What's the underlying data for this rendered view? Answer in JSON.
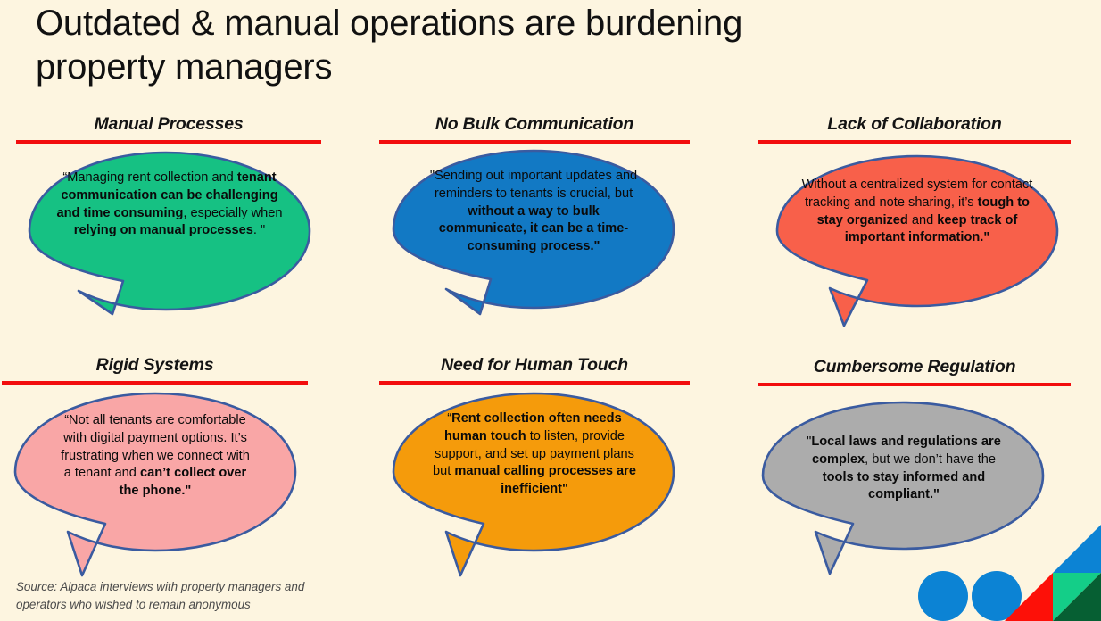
{
  "slide": {
    "title": "Outdated & manual operations are burdening\nproperty managers",
    "background_color": "#FDF5E0",
    "accent_rule_color": "#F20D0D",
    "bubble_outline_color": "#3A5BA0",
    "source_note": "Source: Alpaca interviews with property managers and\noperators who wished to remain anonymous"
  },
  "panels": [
    {
      "id": "manual-processes",
      "header": "Manual Processes",
      "bubble_color": "#16C183",
      "quote_segments": [
        {
          "text": "“Managing rent collection and ",
          "bold": false
        },
        {
          "text": "tenant communication can be challenging and time consuming",
          "bold": true
        },
        {
          "text": ", especially when ",
          "bold": false
        },
        {
          "text": "relying on manual processes",
          "bold": true
        },
        {
          "text": ". \"",
          "bold": false
        }
      ]
    },
    {
      "id": "no-bulk-communication",
      "header": "No Bulk Communication",
      "bubble_color": "#1279C4",
      "quote_segments": [
        {
          "text": "\"Sending out important updates and reminders to tenants is crucial, but ",
          "bold": false
        },
        {
          "text": "without a way to bulk communicate, it can be a time-consuming process.\"",
          "bold": true
        }
      ]
    },
    {
      "id": "lack-of-collaboration",
      "header": "Lack of Collaboration",
      "bubble_color": "#F8604A",
      "quote_segments": [
        {
          "text": "Without a centralized system for contact tracking and note sharing, it’s ",
          "bold": false
        },
        {
          "text": "tough to stay organized",
          "bold": true
        },
        {
          "text": " and ",
          "bold": false
        },
        {
          "text": "keep track of important information.\"",
          "bold": true
        }
      ]
    },
    {
      "id": "rigid-systems",
      "header": "Rigid Systems",
      "bubble_color": "#F9A6A6",
      "quote_segments": [
        {
          "text": "“Not all tenants are comfortable with digital payment options. It’s frustrating when we connect with a tenant and ",
          "bold": false
        },
        {
          "text": "can’t collect over the phone.\"",
          "bold": true
        }
      ]
    },
    {
      "id": "need-for-human-touch",
      "header": "Need for Human Touch",
      "bubble_color": "#F59B0B",
      "quote_segments": [
        {
          "text": "“",
          "bold": false
        },
        {
          "text": "Rent collection often needs human touch",
          "bold": true
        },
        {
          "text": " to listen, provide support, and set up payment plans but ",
          "bold": false
        },
        {
          "text": "manual calling processes are inefficient\"",
          "bold": true
        }
      ]
    },
    {
      "id": "cumbersome-regulation",
      "header": "Cumbersome Regulation",
      "bubble_color": "#ACACAC",
      "quote_segments": [
        {
          "text": "\"",
          "bold": false
        },
        {
          "text": "Local laws and regulations are complex",
          "bold": true
        },
        {
          "text": ", but we don’t have the ",
          "bold": false
        },
        {
          "text": "tools to stay",
          "bold": true
        },
        {
          "text": " ",
          "bold": false
        },
        {
          "text": "informed and compliant.\"",
          "bold": true
        }
      ]
    }
  ],
  "logo": {
    "name": "alpaca-corner-logo",
    "circle_color": "#0C83D4",
    "triangle_blue": "#0C83D4",
    "triangle_red": "#FD1008",
    "triangle_green_light": "#14CE88",
    "triangle_green_dark": "#065F33"
  }
}
